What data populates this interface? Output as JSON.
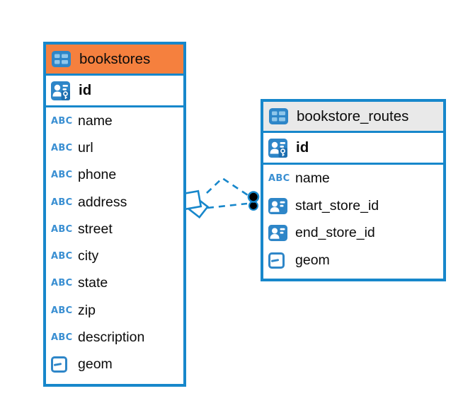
{
  "colors": {
    "accent_blue": "#1787CB",
    "icon_blue": "#2E86C8",
    "icon_blue_light": "#8FC6EA",
    "bookstores_header_orange": "#F5803E",
    "routes_header_gray": "#E9E9E9",
    "connector_dot_black": "#000000",
    "text": "#0B0B0B"
  },
  "icons": {
    "abc_label": "ABC"
  },
  "tables": [
    {
      "title": "bookstores",
      "primary_key": "id",
      "columns": [
        {
          "name": "name",
          "type_icon": "text-abc-icon"
        },
        {
          "name": "url",
          "type_icon": "text-abc-icon"
        },
        {
          "name": "phone",
          "type_icon": "text-abc-icon"
        },
        {
          "name": "address",
          "type_icon": "text-abc-icon"
        },
        {
          "name": "street",
          "type_icon": "text-abc-icon"
        },
        {
          "name": "city",
          "type_icon": "text-abc-icon"
        },
        {
          "name": "state",
          "type_icon": "text-abc-icon"
        },
        {
          "name": "zip",
          "type_icon": "text-abc-icon"
        },
        {
          "name": "description",
          "type_icon": "text-abc-icon"
        },
        {
          "name": "geom",
          "type_icon": "geometry-type-icon"
        }
      ]
    },
    {
      "title": "bookstore_routes",
      "primary_key": "id",
      "columns": [
        {
          "name": "name",
          "type_icon": "text-abc-icon"
        },
        {
          "name": "start_store_id",
          "type_icon": "reference-type-icon"
        },
        {
          "name": "end_store_id",
          "type_icon": "reference-type-icon"
        },
        {
          "name": "geom",
          "type_icon": "geometry-type-icon"
        }
      ]
    }
  ],
  "connection": {
    "style": "dashed",
    "line_color": "#1787CB",
    "from_table": "bookstores",
    "to_table": "bookstore_routes"
  }
}
